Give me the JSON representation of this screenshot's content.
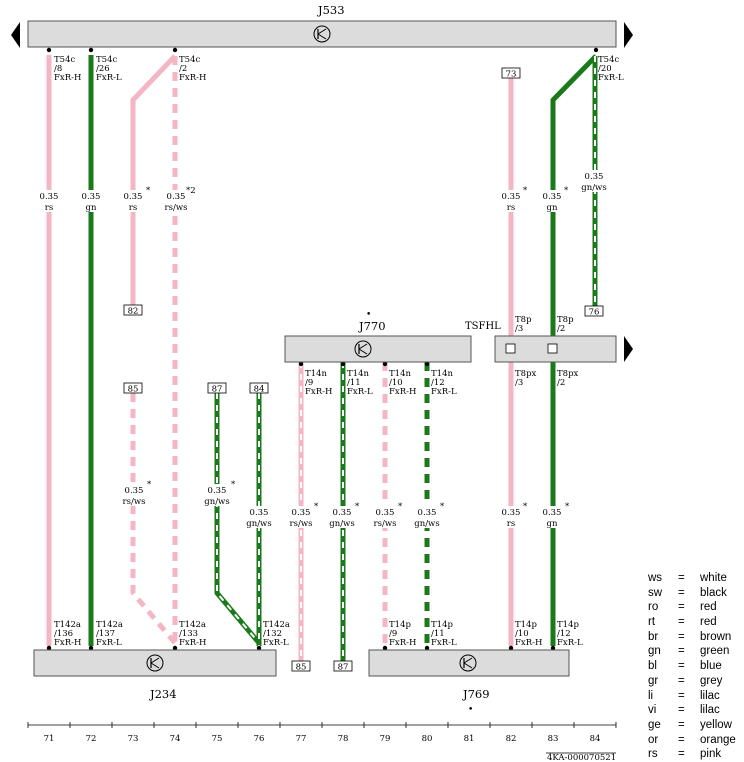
{
  "components": {
    "j533": "J533",
    "j770": "J770",
    "j234": "J234",
    "j769": "J769",
    "tsfhl": "TSFHL"
  },
  "pin_labels": {
    "a": {
      "connector": "T54c",
      "pin": "/8",
      "signal": "FxR-H"
    },
    "b": {
      "connector": "T54c",
      "pin": "/26",
      "signal": "FxR-L"
    },
    "c": {
      "connector": "T54c",
      "pin": "/2",
      "signal": "FxR-H"
    },
    "d": {
      "connector": "T54c",
      "pin": "/20",
      "signal": "FxR-L"
    },
    "e": {
      "connector": "T8p",
      "pin": "/3",
      "signal": ""
    },
    "f": {
      "connector": "T8p",
      "pin": "/2",
      "signal": ""
    },
    "g": {
      "connector": "T8px",
      "pin": "/3",
      "signal": ""
    },
    "h": {
      "connector": "T8px",
      "pin": "/2",
      "signal": ""
    },
    "i": {
      "connector": "T14n",
      "pin": "/9",
      "signal": "FxR-H"
    },
    "j": {
      "connector": "T14n",
      "pin": "/11",
      "signal": "FxR-L"
    },
    "k": {
      "connector": "T14n",
      "pin": "/10",
      "signal": "FxR-H"
    },
    "l": {
      "connector": "T14n",
      "pin": "/12",
      "signal": "FxR-L"
    },
    "m": {
      "connector": "T142a",
      "pin": "/136",
      "signal": "FxR-H"
    },
    "n": {
      "connector": "T142a",
      "pin": "/137",
      "signal": "FxR-L"
    },
    "o": {
      "connector": "T142a",
      "pin": "/133",
      "signal": "FxR-H"
    },
    "p": {
      "connector": "T142a",
      "pin": "/132",
      "signal": "FxR-L"
    },
    "q": {
      "connector": "T14p",
      "pin": "/9",
      "signal": "FxR-H"
    },
    "r": {
      "connector": "T14p",
      "pin": "/11",
      "signal": "FxR-L"
    },
    "s": {
      "connector": "T14p",
      "pin": "/10",
      "signal": "FxR-H"
    },
    "t": {
      "connector": "T14p",
      "pin": "/12",
      "signal": "FxR-L"
    }
  },
  "wire_labels": {
    "a": {
      "gauge": "0.35",
      "color": "rs",
      "mark": ""
    },
    "b": {
      "gauge": "0.35",
      "color": "gn",
      "mark": ""
    },
    "c": {
      "gauge": "0.35",
      "color": "rs",
      "mark": "*"
    },
    "d": {
      "gauge": "0.35",
      "color": "rs/ws",
      "mark": "*2"
    },
    "e": {
      "gauge": "0.35",
      "color": "rs",
      "mark": "*"
    },
    "f": {
      "gauge": "0.35",
      "color": "gn",
      "mark": "*"
    },
    "g": {
      "gauge": "0.35",
      "color": "gn/ws",
      "mark": ""
    },
    "h": {
      "gauge": "0.35",
      "color": "rs/ws",
      "mark": "*"
    },
    "i": {
      "gauge": "0.35",
      "color": "gn/ws",
      "mark": "*"
    },
    "j": {
      "gauge": "0.35",
      "color": "gn/ws",
      "mark": ""
    },
    "k": {
      "gauge": "0.35",
      "color": "rs/ws",
      "mark": "*"
    },
    "l": {
      "gauge": "0.35",
      "color": "gn/ws",
      "mark": "*"
    },
    "m": {
      "gauge": "0.35",
      "color": "rs/ws",
      "mark": "*"
    },
    "n": {
      "gauge": "0.35",
      "color": "gn/ws",
      "mark": "*"
    },
    "o": {
      "gauge": "0.35",
      "color": "rs",
      "mark": "*"
    },
    "p": {
      "gauge": "0.35",
      "color": "gn",
      "mark": "*"
    }
  },
  "refs": {
    "a": "73",
    "b": "76",
    "c": "82",
    "d": "85",
    "e": "87",
    "f": "84",
    "g": "85",
    "h": "87"
  },
  "columns": [
    "71",
    "72",
    "73",
    "74",
    "75",
    "76",
    "77",
    "78",
    "79",
    "80",
    "81",
    "82",
    "83",
    "84"
  ],
  "dot_mark": "•",
  "footer_code": "4KA-000070521",
  "legend": [
    {
      "code": "ws",
      "eq": "=",
      "name": "white"
    },
    {
      "code": "sw",
      "eq": "=",
      "name": "black"
    },
    {
      "code": "ro",
      "eq": "=",
      "name": "red"
    },
    {
      "code": "rt",
      "eq": "=",
      "name": "red"
    },
    {
      "code": "br",
      "eq": "=",
      "name": "brown"
    },
    {
      "code": "gn",
      "eq": "=",
      "name": "green"
    },
    {
      "code": "bl",
      "eq": "=",
      "name": "blue"
    },
    {
      "code": "gr",
      "eq": "=",
      "name": "grey"
    },
    {
      "code": "li",
      "eq": "=",
      "name": "lilac"
    },
    {
      "code": "vi",
      "eq": "=",
      "name": "lilac"
    },
    {
      "code": "ge",
      "eq": "=",
      "name": "yellow"
    },
    {
      "code": "or",
      "eq": "=",
      "name": "orange"
    },
    {
      "code": "rs",
      "eq": "=",
      "name": "pink"
    }
  ],
  "palette": {
    "pink": "#f4b6c2",
    "green": "#1a7a1a",
    "white": "#ffffff",
    "box_fill": "#dcdcdc",
    "box_stroke": "#555555"
  }
}
